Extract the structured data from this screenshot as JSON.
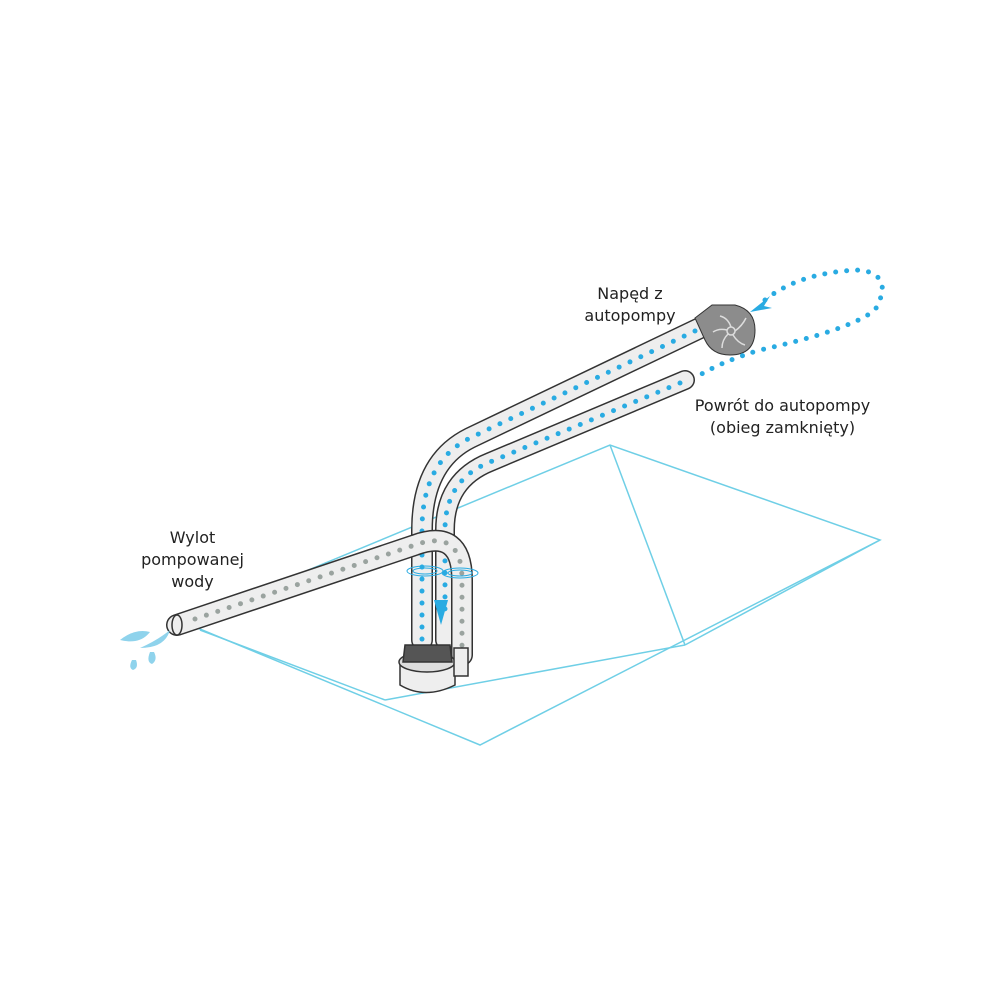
{
  "labels": {
    "drive_line1": "Napęd z",
    "drive_line2": "autopompy",
    "return_line1": "Powrót do autopompy",
    "return_line2": "(obieg zamknięty)",
    "outlet_line1": "Wylot",
    "outlet_line2": "pompowanej",
    "outlet_line3": "wody"
  },
  "colors": {
    "water_blue": "#29abe2",
    "pit_outline": "#6fcfe6",
    "pipe_fill": "#eeeeee",
    "pipe_outline": "#333333",
    "outlet_dots": "#9aa39f",
    "fan_gray": "#8c8c8c"
  }
}
